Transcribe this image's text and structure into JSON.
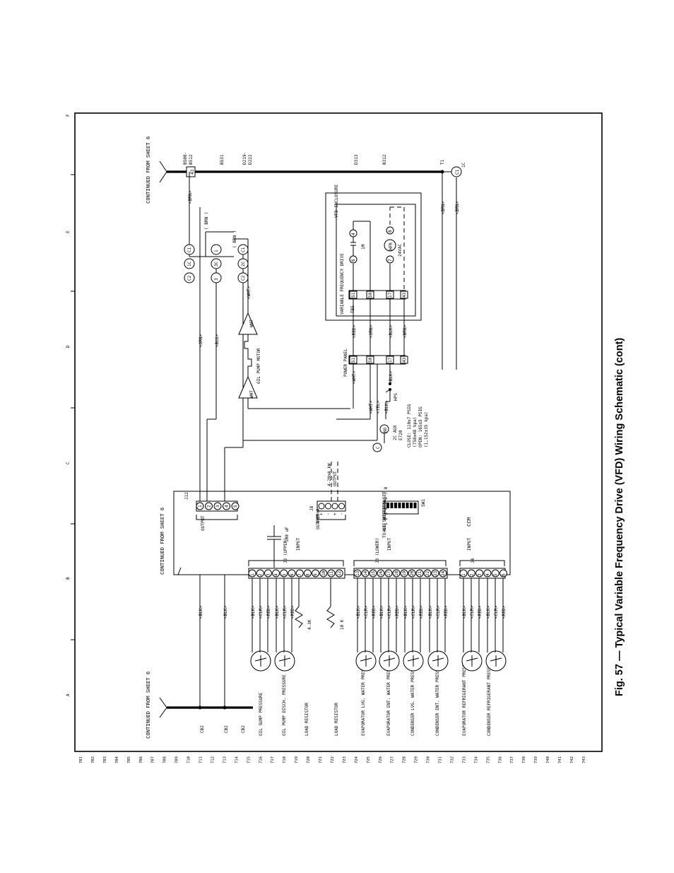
{
  "caption": "Fig. 57 — Typical Variable Frequency Drive (VFD) Wiring Schematic (cont)",
  "grid_letters": [
    "A",
    "B",
    "C",
    "D",
    "E",
    "F"
  ],
  "line_numbers_first": 701,
  "line_numbers_last": 743,
  "continued": "CONTINUED FROM SHEET 6",
  "ccm": {
    "label": "CCM",
    "sw1": "SW1",
    "switch_note1": "ALL SWITCHES SET",
    "switch_note2": "TO OFF POSITION",
    "switch_nums": "1 2 3 4 5 6 7 8",
    "j12": "J12",
    "j12_pins": [
      "1",
      "2",
      "3",
      "4",
      "5"
    ],
    "output": "OUTPUT",
    "j8": "J8",
    "j8_signs": [
      "+",
      "-",
      "+",
      "-"
    ],
    "j8_label1": "4-20mA",
    "j8_label2": "OUTPUT",
    "input": "INPUT",
    "j3_upper": "J3 (UPPER)",
    "j3_lower": "J3 (LOWER)",
    "j4": "J4",
    "upper_pins": [
      "1",
      "2",
      "3",
      "4",
      "5",
      "6",
      "7",
      "8",
      "9",
      "10",
      "11",
      "12"
    ],
    "lower_pins": [
      "13",
      "14",
      "15",
      "16",
      "17",
      "18",
      "19",
      "20",
      "21",
      "22",
      "23",
      "24"
    ],
    "j4_pins": [
      "1",
      "2",
      "3",
      "4",
      "5",
      "6"
    ]
  },
  "sensors": [
    "OIL SUMP PRESSURE",
    "OIL PUMP DISCH. PRESSURE",
    "LOAD RESISTOR",
    "LOAD RESISTOR",
    "EVAPORATOR LVG. WATER PRESSURE",
    "EVAPORATOR ENT. WATER PRESSURE",
    "CONDENSER LVG. WATER PRESSURE",
    "CONDENSER ENT. WATER PRESSURE",
    "EVAPORATOR REFRIGERANT PRESSURE",
    "CONDENSER REFRIGERANT PRESSURE"
  ],
  "wire_colors": {
    "blk": "<BLK>",
    "clr": "<CLR>",
    "red": "<RED>",
    "brn": "<BRN>",
    "blu": "<BLU>",
    "wht": "<WHT>",
    "yel": "<YEL>",
    "orn": "<ORN>",
    "brn_paren": "( BRN )"
  },
  "resistors": {
    "r1": "4.3K",
    "r2": "10 K"
  },
  "capacitor": "100 uF",
  "kw": {
    "l1": "4-20mA kW",
    "l2": "OUTPUT"
  },
  "cb": [
    "CB2",
    "CB2",
    "CB2"
  ],
  "top_wires": {
    "b508": "B508-",
    "b512": "B512",
    "b531": "B531",
    "d219": "D219-",
    "d222": "D222",
    "d313": "D313",
    "b312": "B312",
    "t1": "T1",
    "ic": "1C",
    "term43": "43",
    "c1": "C1"
  },
  "relays": {
    "r1": [
      "C2",
      "1C",
      "C1"
    ],
    "r2": [
      "3",
      "3C",
      "1"
    ],
    "r3": [
      "C2",
      "2C",
      "C1"
    ]
  },
  "motor": "OIL PUMP MOTOR",
  "wht": "WHT",
  "power_panel": {
    "label": "POWER PANEL",
    "terms": [
      "51",
      "50",
      "17",
      "43"
    ]
  },
  "vfd": {
    "l1": "VFD ENCLOSURE",
    "l2": "VARIABLE FREQUENCY DRIVE",
    "tb": "TB5",
    "terms": [
      "51",
      "50",
      "17",
      "43"
    ],
    "contact_a": "6",
    "contact_b": "4",
    "m1": "1M",
    "contact_c": "7",
    "hfr": "HFR",
    "contact_d": "8",
    "vac": "24VAC"
  },
  "hps": {
    "label": "HPS",
    "aux": "2C AUX",
    "e": "E720",
    "nc": "C",
    "no": "NO",
    "note1": "CLOSE: 110±7 PSIG",
    "note2": "(758±48 kpa)",
    "note3": "OPEN: 165±5 PSIG",
    "note4": "(1,152±35 kpa)"
  }
}
